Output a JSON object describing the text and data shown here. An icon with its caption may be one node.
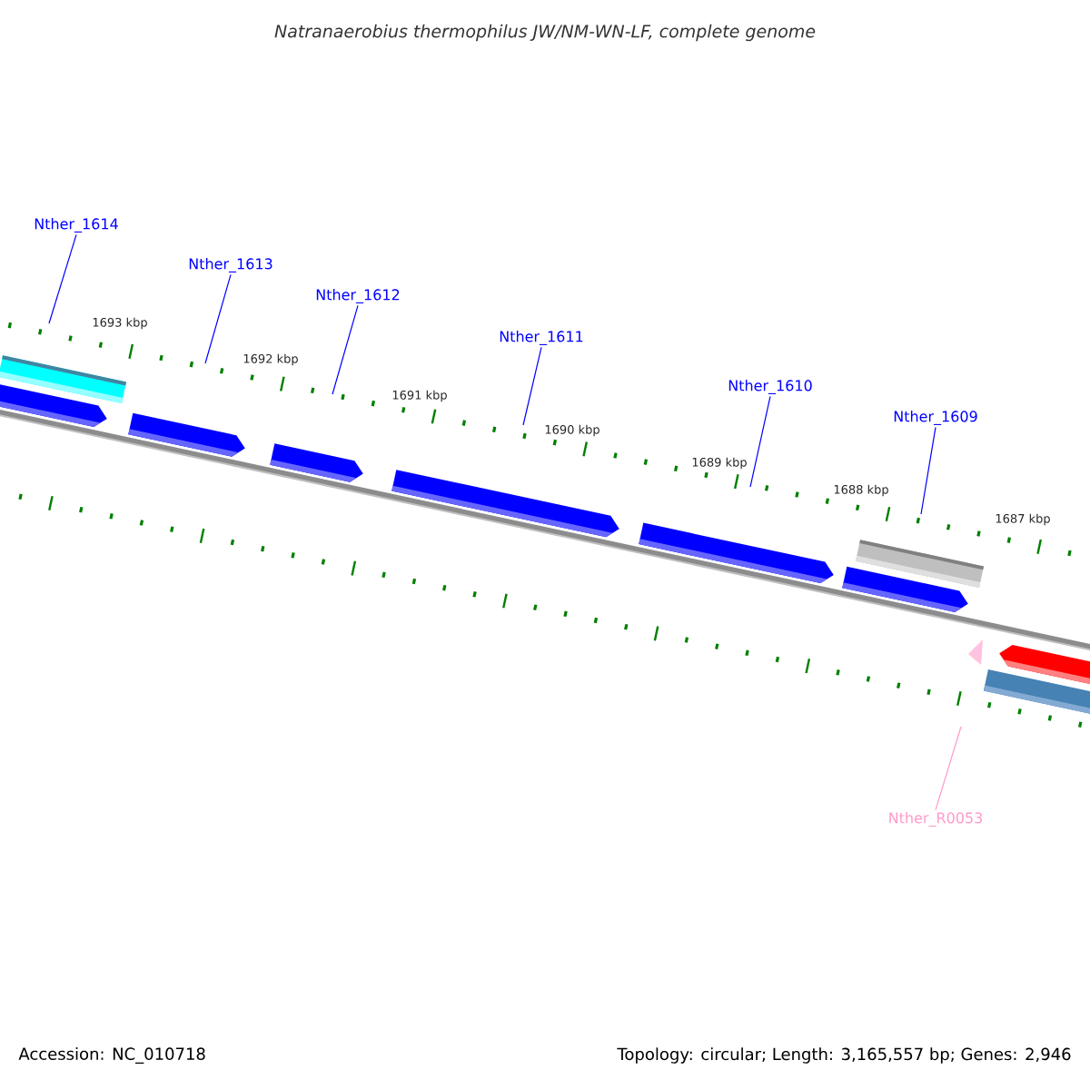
{
  "diagram": {
    "title": "Natranaerobius thermophilus JW/NM-WN-LF, complete genome",
    "nodes": [
      {
        "text": [
          "Nther_1614"
        ]
      },
      {
        "text": [
          "Nther_1613"
        ]
      },
      {
        "text": [
          "Nther_1612"
        ]
      },
      {
        "text": [
          "Nther_1611"
        ]
      },
      {
        "text": [
          "Nther_1610"
        ]
      },
      {
        "text": [
          "Nther_1609"
        ]
      },
      {
        "text": [
          "Nther_R0053"
        ]
      }
    ],
    "edges": [
      {
        "from": 0,
        "to": null,
        "arrow": "none"
      },
      {
        "from": 1,
        "to": null,
        "arrow": "none"
      },
      {
        "from": 2,
        "to": null,
        "arrow": "none"
      },
      {
        "from": 3,
        "to": null,
        "arrow": "none"
      },
      {
        "from": 4,
        "to": null,
        "arrow": "none"
      },
      {
        "from": 5,
        "to": null,
        "arrow": "none"
      },
      {
        "from": 6,
        "to": null,
        "arrow": "none",
        "color": "#ff99cc"
      }
    ],
    "labels": [
      "1693 kbp",
      "1692 kbp",
      "1691 kbp",
      "1690 kbp",
      "1689 kbp",
      "1688 kbp",
      "1687 kbp",
      "Accession: NC_010718",
      "Topology: circular; Length: 3,165,557 bp; Genes: 2,946"
    ]
  }
}
